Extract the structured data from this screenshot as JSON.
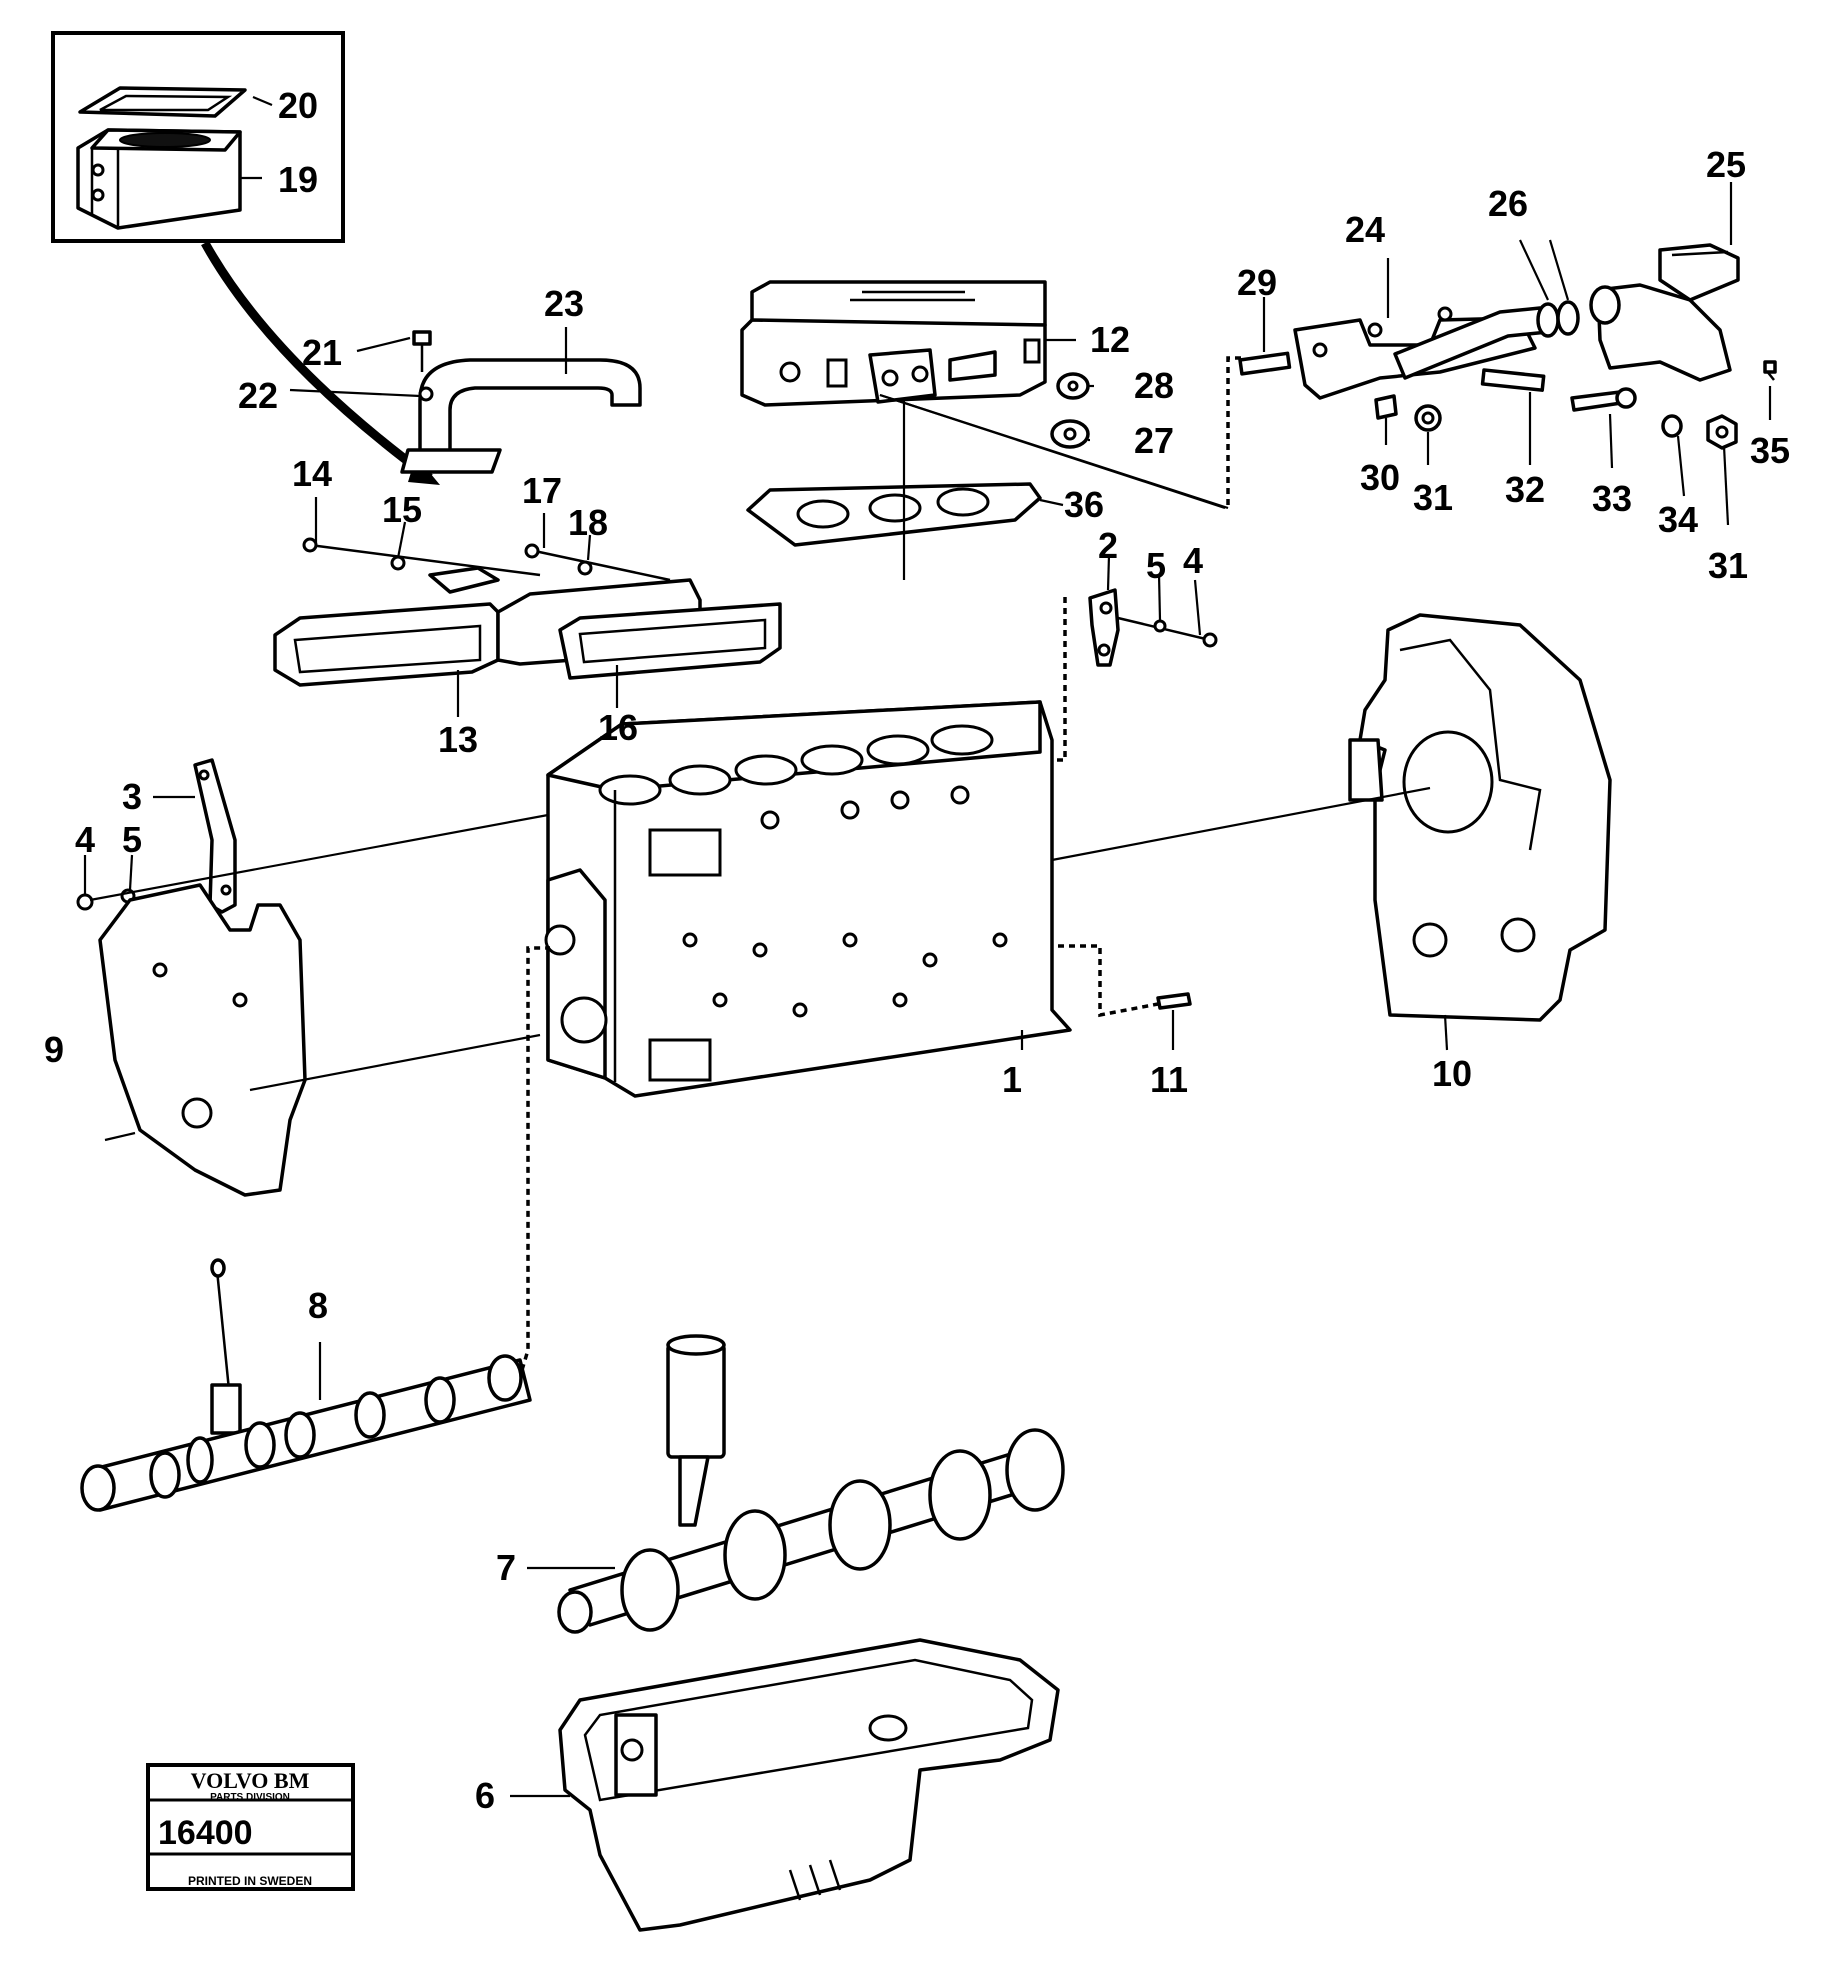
{
  "callouts": [
    "1",
    "2",
    "3",
    "4",
    "5",
    "6",
    "7",
    "8",
    "9",
    "10",
    "11",
    "12",
    "13",
    "14",
    "15",
    "16",
    "17",
    "18",
    "19",
    "20",
    "21",
    "22",
    "23",
    "24",
    "25",
    "26",
    "27",
    "28",
    "29",
    "30",
    "31",
    "32",
    "33",
    "34",
    "35",
    "36"
  ],
  "stamp": {
    "brand": "VOLVO BM",
    "division": "PARTS DIVISION",
    "number": "16400",
    "printed": "PRINTED IN SWEDEN"
  }
}
